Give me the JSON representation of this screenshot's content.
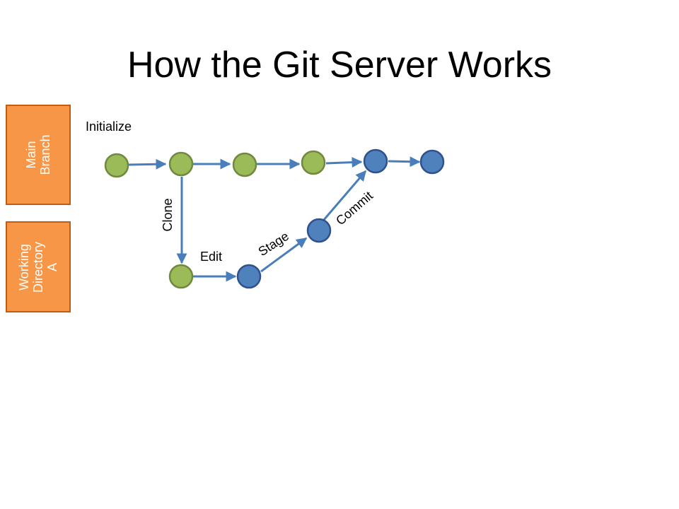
{
  "title": "How the Git Server Works",
  "lanes": {
    "main": [
      "Main",
      "Branch"
    ],
    "working": [
      "Working",
      "Directory",
      "A"
    ]
  },
  "labels": {
    "initialize": "Initialize",
    "clone": "Clone",
    "edit": "Edit",
    "stage": "Stage",
    "commit": "Commit"
  },
  "colors": {
    "lane_fill": "#f79646",
    "lane_border": "#c55a11",
    "green_node": "#9bbb59",
    "green_node_border": "#71893f",
    "blue_node": "#4f81bd",
    "blue_node_border": "#2f528f",
    "arrow": "#4a7ebb"
  }
}
